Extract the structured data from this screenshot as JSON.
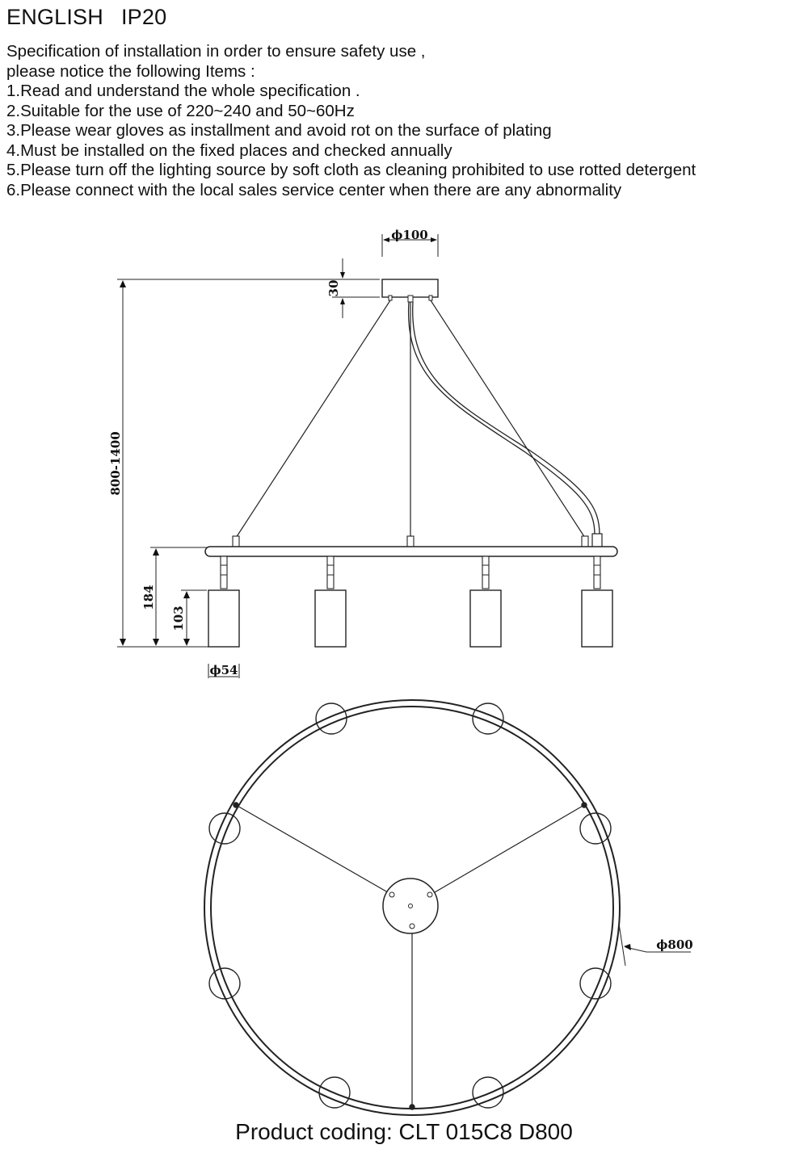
{
  "header": {
    "language": "ENGLISH",
    "rating": "IP20"
  },
  "intro": {
    "line1": "Specification of installation in order to ensure safety use ,",
    "line2": "please notice the following Items :",
    "items": [
      "1.Read and understand the whole specification .",
      "2.Suitable for the use of 220~240 and 50~60Hz",
      "3.Please wear gloves as installment and avoid rot on the surface of plating",
      "4.Must be installed on the fixed places and checked annually",
      "5.Please turn off the lighting source by soft cloth as cleaning prohibited to use rotted detergent",
      "6.Please connect with the local sales service center when there are any abnormality"
    ]
  },
  "dimensions": {
    "canopy_diameter": "ϕ100",
    "canopy_height": "30",
    "overall_height": "800-1400",
    "lamp_drop": "184",
    "shade_height": "103",
    "shade_diameter": "ϕ54",
    "ring_diameter": "ϕ800"
  },
  "footer": {
    "product_coding": "Product coding: CLT 015C8 D800"
  }
}
